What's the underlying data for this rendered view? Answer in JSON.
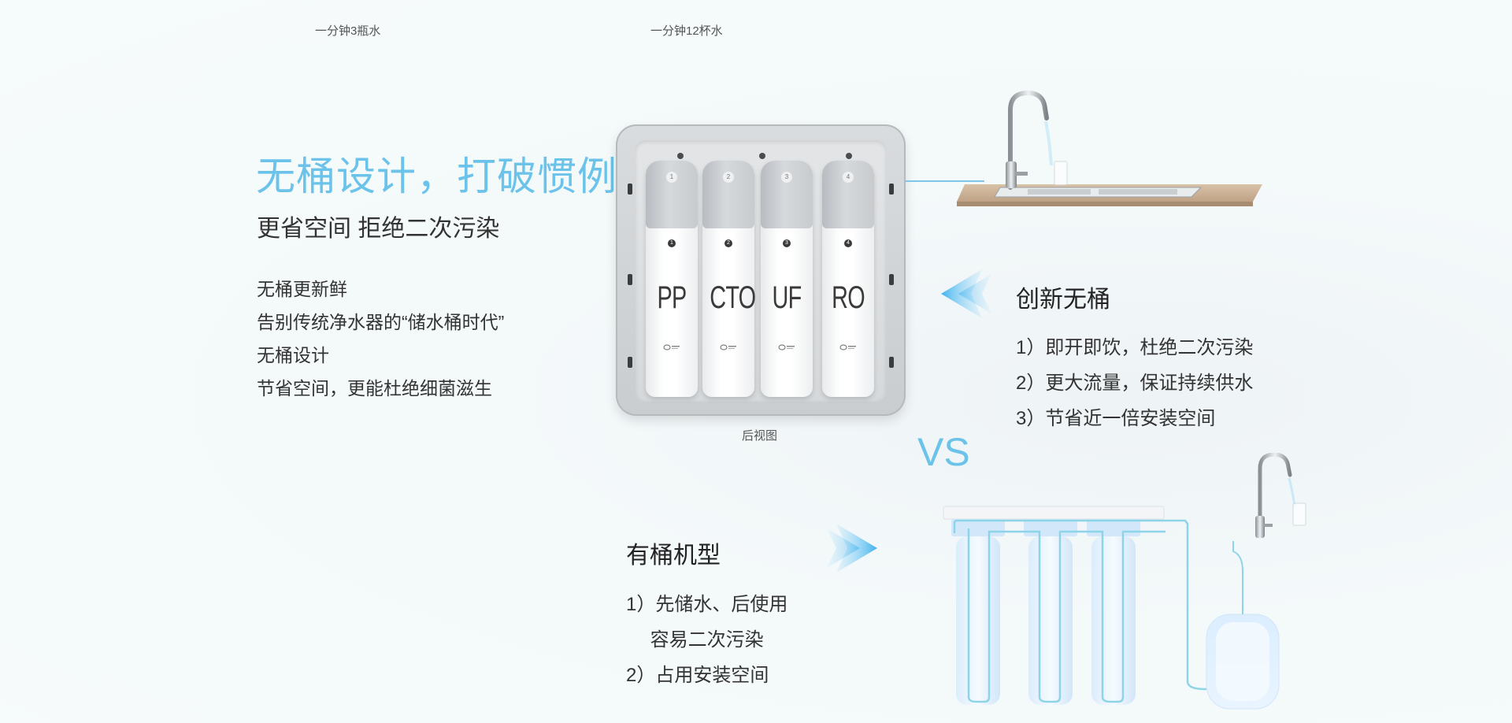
{
  "top_captions": [
    "一分钟3瓶水",
    "一分钟12杯水"
  ],
  "left_block": {
    "title": "无桶设计，打破惯例",
    "subtitle": "更省空间 拒绝二次污染",
    "features": [
      "无桶更新鲜",
      "告别传统净水器的“储水桶时代”",
      "无桶设计",
      "节省空间，更能杜绝细菌滋生"
    ]
  },
  "product": {
    "filters": [
      {
        "num": "1",
        "label": "PP"
      },
      {
        "num": "2",
        "label": "CTO"
      },
      {
        "num": "3",
        "label": "UF"
      },
      {
        "num": "4",
        "label": "RO"
      }
    ],
    "caption": "后视图"
  },
  "tankless": {
    "heading": "创新无桶",
    "points": [
      "1）即开即饮，杜绝二次污染",
      "2）更大流量，保证持续供水",
      "3）节省近一倍安装空间"
    ]
  },
  "vs_label": "VS",
  "tank": {
    "heading": "有桶机型",
    "points": [
      "1）先储水、后使用",
      "　 容易二次污染",
      "2）占用安装空间"
    ]
  },
  "colors": {
    "accent": "#6cc3ea",
    "arrow": "#4fb9ef",
    "text": "#333333"
  },
  "icons": [
    "left-arrow-icon",
    "right-arrow-icon",
    "faucet-icon",
    "sink-icon",
    "water-tank-icon"
  ]
}
